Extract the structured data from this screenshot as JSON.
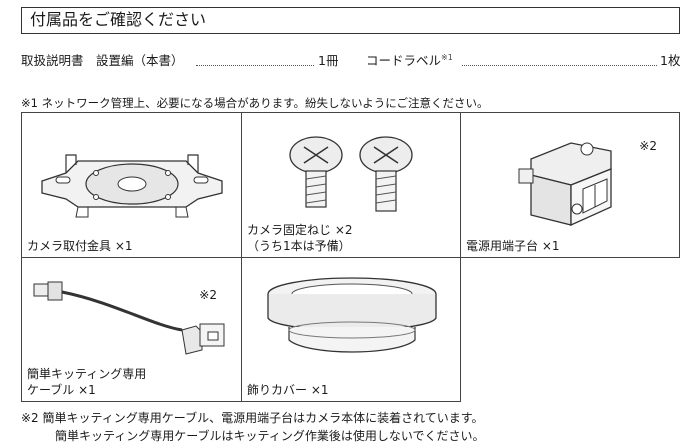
{
  "title": "付属品をご確認ください",
  "row": {
    "item1_name": "取扱説明書　設置編（本書）",
    "item1_qty": "1冊",
    "item2_name": "コードラベル",
    "item2_mark": "※1",
    "item2_qty": "1枚"
  },
  "note1": "※1  ネットワーク管理上、必要になる場合があります。紛失しないようにご注意ください。",
  "items": [
    {
      "label_lines": [
        "カメラ取付金具 ×1"
      ],
      "icon": "mount-bracket-icon"
    },
    {
      "label_lines": [
        "カメラ固定ねじ ×2",
        "（うち1本は予備）"
      ],
      "icon": "screw-icon"
    },
    {
      "label_lines": [
        "電源用端子台 ×1"
      ],
      "mark": "※2",
      "icon": "terminal-block-icon"
    },
    {
      "label_lines": [
        "簡単キッティング専用",
        "ケーブル ×1"
      ],
      "mark": "※2",
      "icon": "cable-icon"
    },
    {
      "label_lines": [
        "飾りカバー ×1"
      ],
      "icon": "decorative-cover-icon"
    }
  ],
  "note2": {
    "line1": "※2  簡単キッティング専用ケーブル、電源用端子台はカメラ本体に装着されています。",
    "line2": "簡単キッティング専用ケーブルはキッティング作業後は使用しないでください。"
  }
}
